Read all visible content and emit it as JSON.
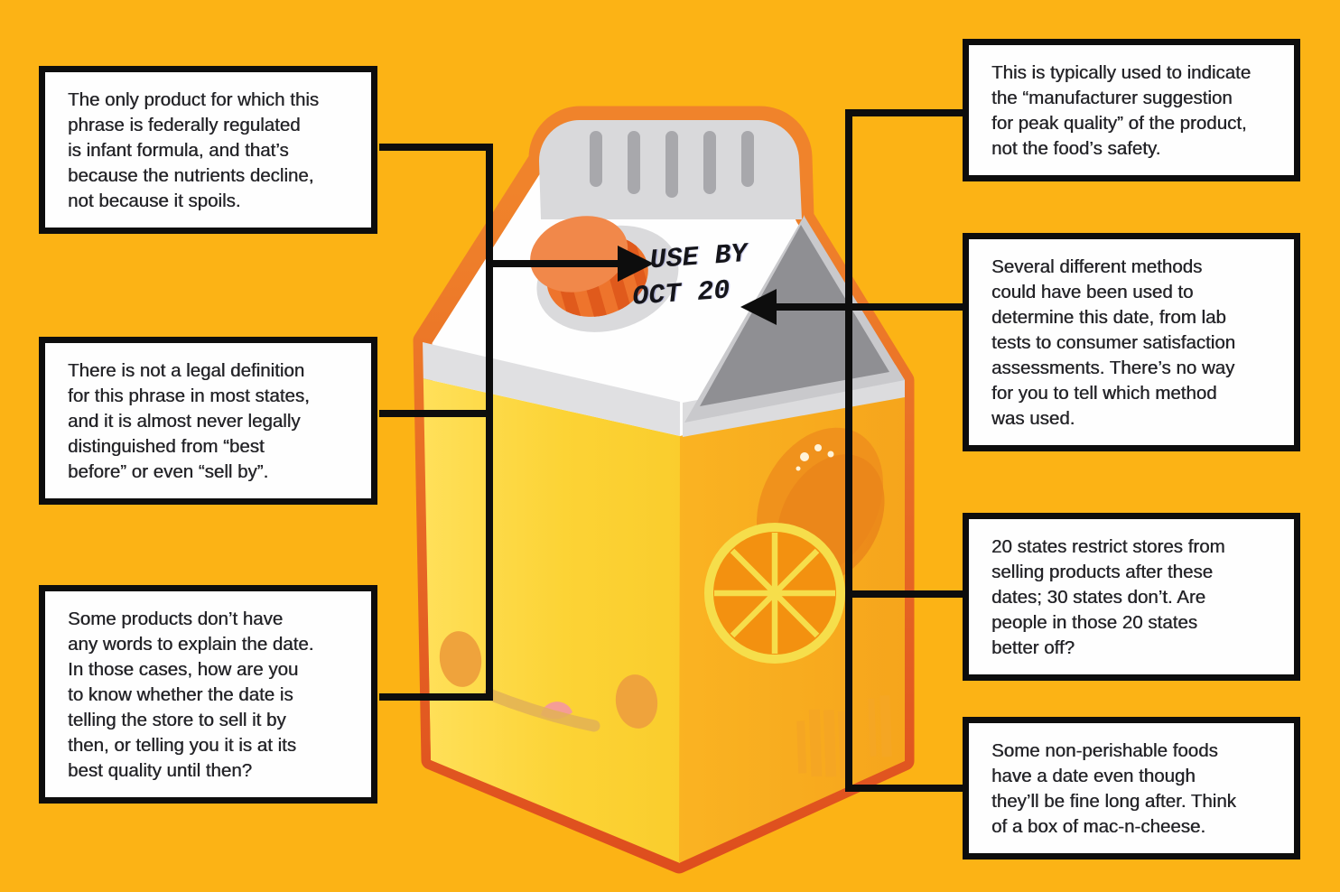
{
  "title": "Use-by date infographic",
  "colors": {
    "background": "#FCB315",
    "carton_outline_top": "#F0832B",
    "carton_outline_bottom": "#DE4E1E",
    "box_border": "#0D0D0D",
    "box_background": "#FEFEFE",
    "text": "#242428",
    "left_face_yellow": "#FCD335",
    "right_face_orange": "#F8AC1F",
    "connector_black": "#0D0D0D"
  },
  "carton": {
    "date_label_lines": [
      "USE BY",
      "OCT 20"
    ]
  },
  "callouts": {
    "left": [
      {
        "name": "federal-regulation",
        "lines": [
          "The only product for which this",
          "phrase is federally regulated",
          "is infant formula, and that’s",
          "because the nutrients decline,",
          "not because it spoils."
        ]
      },
      {
        "name": "legal-definition",
        "lines": [
          "There is not a legal definition",
          "for this phrase in most states,",
          "and it is almost never legally",
          "distinguished from “best",
          "before” or even “sell by”."
        ]
      },
      {
        "name": "date-ambiguity",
        "lines": [
          "Some products don’t have",
          "any words to explain the date.",
          "In those cases, how are you",
          "to know whether the date is",
          "telling the store to sell it by",
          "then, or telling you it is at its",
          "best quality until then?"
        ]
      }
    ],
    "right": [
      {
        "name": "peak-quality",
        "lines": [
          "This is typically used to indicate",
          "the “manufacturer suggestion",
          "for peak quality” of the product,",
          "not the food’s safety."
        ]
      },
      {
        "name": "determination-methods",
        "lines": [
          "Several different methods",
          "could have been used to",
          "determine this date, from lab",
          "tests to consumer satisfaction",
          "assessments. There’s no way",
          "for you to tell which method",
          "was used."
        ]
      },
      {
        "name": "state-restrictions",
        "lines": [
          "20 states restrict stores from",
          "selling products after these",
          "dates; 30 states don’t. Are",
          "people in those 20 states",
          "better off?"
        ]
      },
      {
        "name": "non-perishable",
        "lines": [
          "Some non-perishable foods",
          "have a date even though",
          "they’ll be fine long after. Think",
          "of a box of mac-n-cheese."
        ]
      }
    ]
  }
}
